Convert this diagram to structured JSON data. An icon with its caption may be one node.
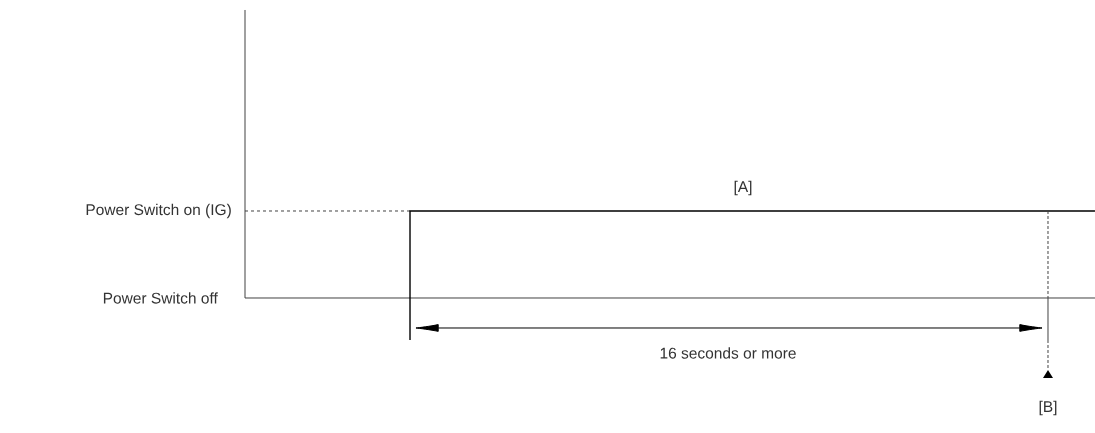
{
  "diagram": {
    "labels": [
      "Power Switch on (IG)",
      "Power Switch off",
      "[A]",
      "16 seconds or more",
      "[B]"
    ]
  }
}
